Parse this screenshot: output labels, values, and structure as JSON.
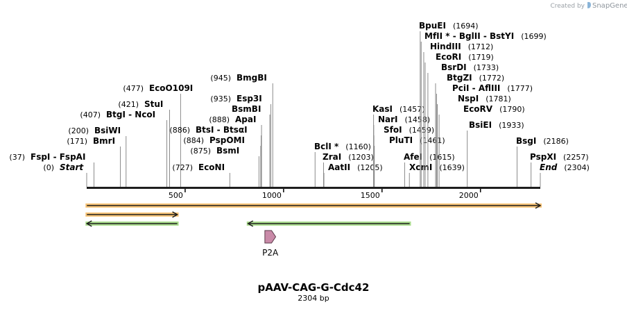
{
  "credit": {
    "prefix": "Created by",
    "brand": "SnapGene"
  },
  "map": {
    "title": "pAAV-CAG-G-Cdc42",
    "length_label": "2304 bp",
    "length": 2304,
    "ruler_ticks": [
      500,
      1000,
      1500,
      2000
    ]
  },
  "sites": [
    {
      "name": "Start",
      "pos": 0,
      "pos_label": "(0)",
      "italic": true
    },
    {
      "name": "FspI - FspAI",
      "pos": 37,
      "pos_label": "(37)"
    },
    {
      "name": "BmrI",
      "pos": 171,
      "pos_label": "(171)"
    },
    {
      "name": "BsiWI",
      "pos": 200,
      "pos_label": "(200)"
    },
    {
      "name": "BtgI - NcoI",
      "pos": 407,
      "pos_label": "(407)"
    },
    {
      "name": "StuI",
      "pos": 421,
      "pos_label": "(421)"
    },
    {
      "name": "EcoO109I",
      "pos": 477,
      "pos_label": "(477)"
    },
    {
      "name": "EcoNI",
      "pos": 727,
      "pos_label": "(727)"
    },
    {
      "name": "BsmI",
      "pos": 875,
      "pos_label": "(875)"
    },
    {
      "name": "PspOMI",
      "pos": 884,
      "pos_label": "(884)"
    },
    {
      "name": "BtsI - BtsαI",
      "pos": 886,
      "pos_label": "(886)"
    },
    {
      "name": "ApaI",
      "pos": 888,
      "pos_label": "(888)"
    },
    {
      "name": "BsmBI",
      "pos": 930,
      "pos_label": ""
    },
    {
      "name": "Esp3I",
      "pos": 935,
      "pos_label": "(935)"
    },
    {
      "name": "BmgBI",
      "pos": 945,
      "pos_label": "(945)"
    },
    {
      "name": "BclI *",
      "pos": 1160,
      "pos_label": "(1160)"
    },
    {
      "name": "ZraI",
      "pos": 1203,
      "pos_label": "(1203)"
    },
    {
      "name": "AatII",
      "pos": 1205,
      "pos_label": "(1205)"
    },
    {
      "name": "KasI",
      "pos": 1457,
      "pos_label": "(1457)"
    },
    {
      "name": "NarI",
      "pos": 1458,
      "pos_label": "(1458)"
    },
    {
      "name": "SfoI",
      "pos": 1459,
      "pos_label": "(1459)"
    },
    {
      "name": "PluTI",
      "pos": 1461,
      "pos_label": "(1461)"
    },
    {
      "name": "AfeI",
      "pos": 1615,
      "pos_label": "(1615)"
    },
    {
      "name": "XcmI",
      "pos": 1639,
      "pos_label": "(1639)"
    },
    {
      "name": "BpuEI",
      "pos": 1694,
      "pos_label": "(1694)"
    },
    {
      "name": "MfII * - BglII - BstYI",
      "pos": 1699,
      "pos_label": "(1699)"
    },
    {
      "name": "HindIII",
      "pos": 1712,
      "pos_label": "(1712)"
    },
    {
      "name": "EcoRI",
      "pos": 1719,
      "pos_label": "(1719)"
    },
    {
      "name": "BsrDI",
      "pos": 1733,
      "pos_label": "(1733)"
    },
    {
      "name": "BtgZI",
      "pos": 1772,
      "pos_label": "(1772)"
    },
    {
      "name": "PciI - AflIII",
      "pos": 1777,
      "pos_label": "(1777)"
    },
    {
      "name": "NspI",
      "pos": 1781,
      "pos_label": "(1781)"
    },
    {
      "name": "EcoRV",
      "pos": 1790,
      "pos_label": "(1790)"
    },
    {
      "name": "BsiEI",
      "pos": 1933,
      "pos_label": "(1933)"
    },
    {
      "name": "BsgI",
      "pos": 2186,
      "pos_label": "(2186)"
    },
    {
      "name": "PspXI",
      "pos": 2257,
      "pos_label": "(2257)"
    },
    {
      "name": "End",
      "pos": 2304,
      "pos_label": "(2304)",
      "italic": true
    }
  ],
  "features": [
    {
      "type": "orf",
      "start": 1,
      "end": 2304,
      "direction": "forward",
      "color": "#f5b04a"
    },
    {
      "type": "orf",
      "start": 1,
      "end": 460,
      "direction": "forward",
      "color": "#f5b04a"
    },
    {
      "type": "orf",
      "start": 1,
      "end": 460,
      "direction": "reverse",
      "color": "#8fd16a"
    },
    {
      "type": "orf",
      "start": 820,
      "end": 1640,
      "direction": "reverse",
      "color": "#8fd16a"
    },
    {
      "type": "feature",
      "name": "P2A",
      "start": 905,
      "end": 960,
      "direction": "forward",
      "color": "#c98aa8"
    }
  ]
}
